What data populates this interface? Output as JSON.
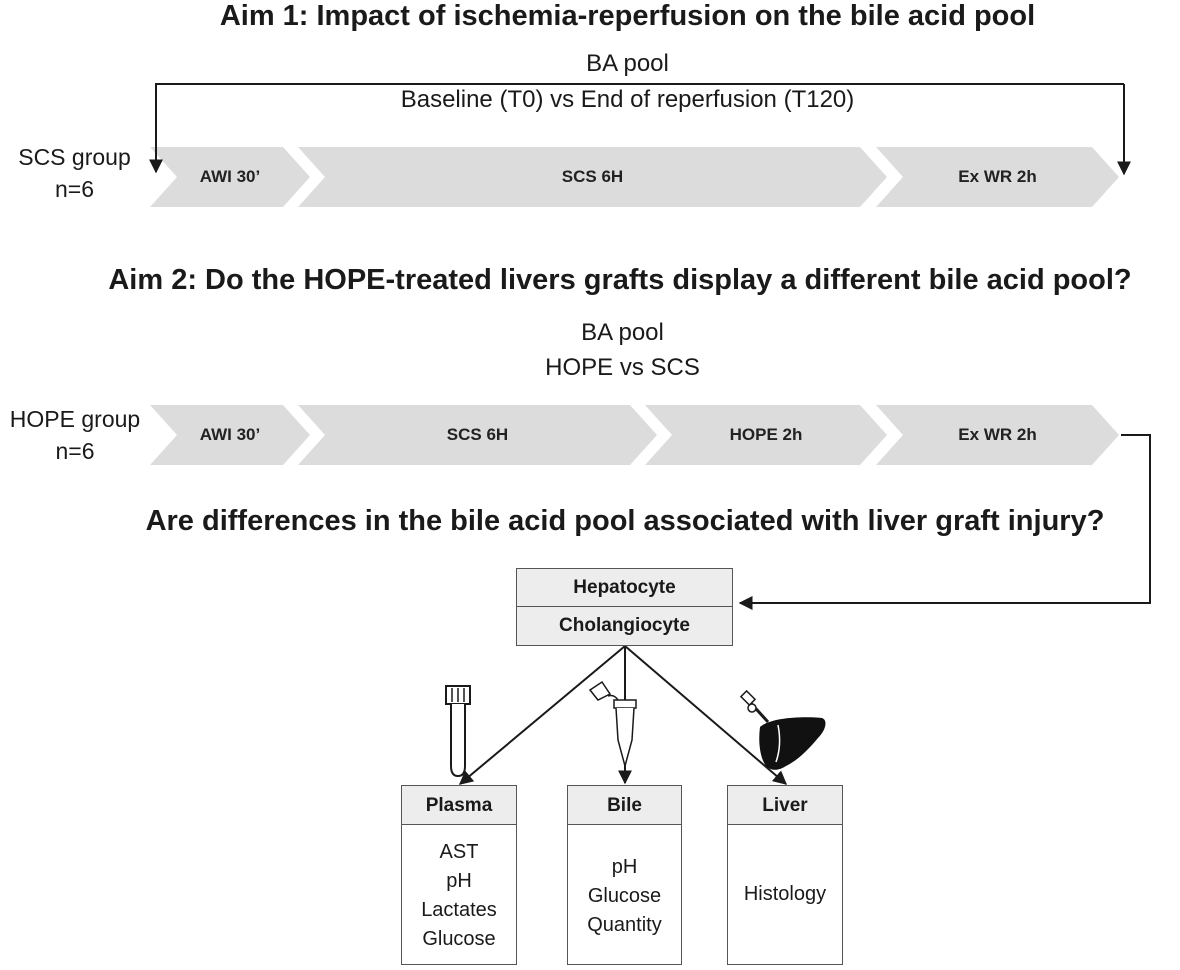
{
  "aim1": {
    "title": "Aim 1: Impact of ischemia-reperfusion on the bile acid pool",
    "comparison_label": "BA pool",
    "comparison_detail": "Baseline (T0) vs End of reperfusion (T120)",
    "group_name": "SCS group",
    "group_n": "n=6",
    "steps": [
      "AWI 30’",
      "SCS 6H",
      "Ex WR 2h"
    ]
  },
  "aim2": {
    "title": "Aim 2: Do the HOPE-treated livers grafts display a different bile acid pool?",
    "comparison_label": "BA pool",
    "comparison_detail": "HOPE vs SCS",
    "group_name": "HOPE group",
    "group_n": "n=6",
    "steps": [
      "AWI 30’",
      "SCS 6H",
      "HOPE 2h",
      "Ex WR 2h"
    ]
  },
  "question": "Are differences in the bile acid pool associated with liver graft injury?",
  "cells": {
    "hepatocyte": "Hepatocyte",
    "cholangiocyte": "Cholangiocyte"
  },
  "samples": [
    {
      "name": "Plasma",
      "measures": [
        "AST",
        "pH",
        "Lactates",
        "Glucose"
      ],
      "icon": "blood-tube-icon"
    },
    {
      "name": "Bile",
      "measures": [
        "pH",
        "Glucose",
        "Quantity"
      ],
      "icon": "eppendorf-tube-icon"
    },
    {
      "name": "Liver",
      "measures": [
        "Histology"
      ],
      "icon": "liver-biopsy-icon"
    }
  ],
  "colors": {
    "chevron_fill": "#dcdcdc",
    "header_fill": "#ededed",
    "line": "#1a1a1a",
    "border": "#555555"
  }
}
